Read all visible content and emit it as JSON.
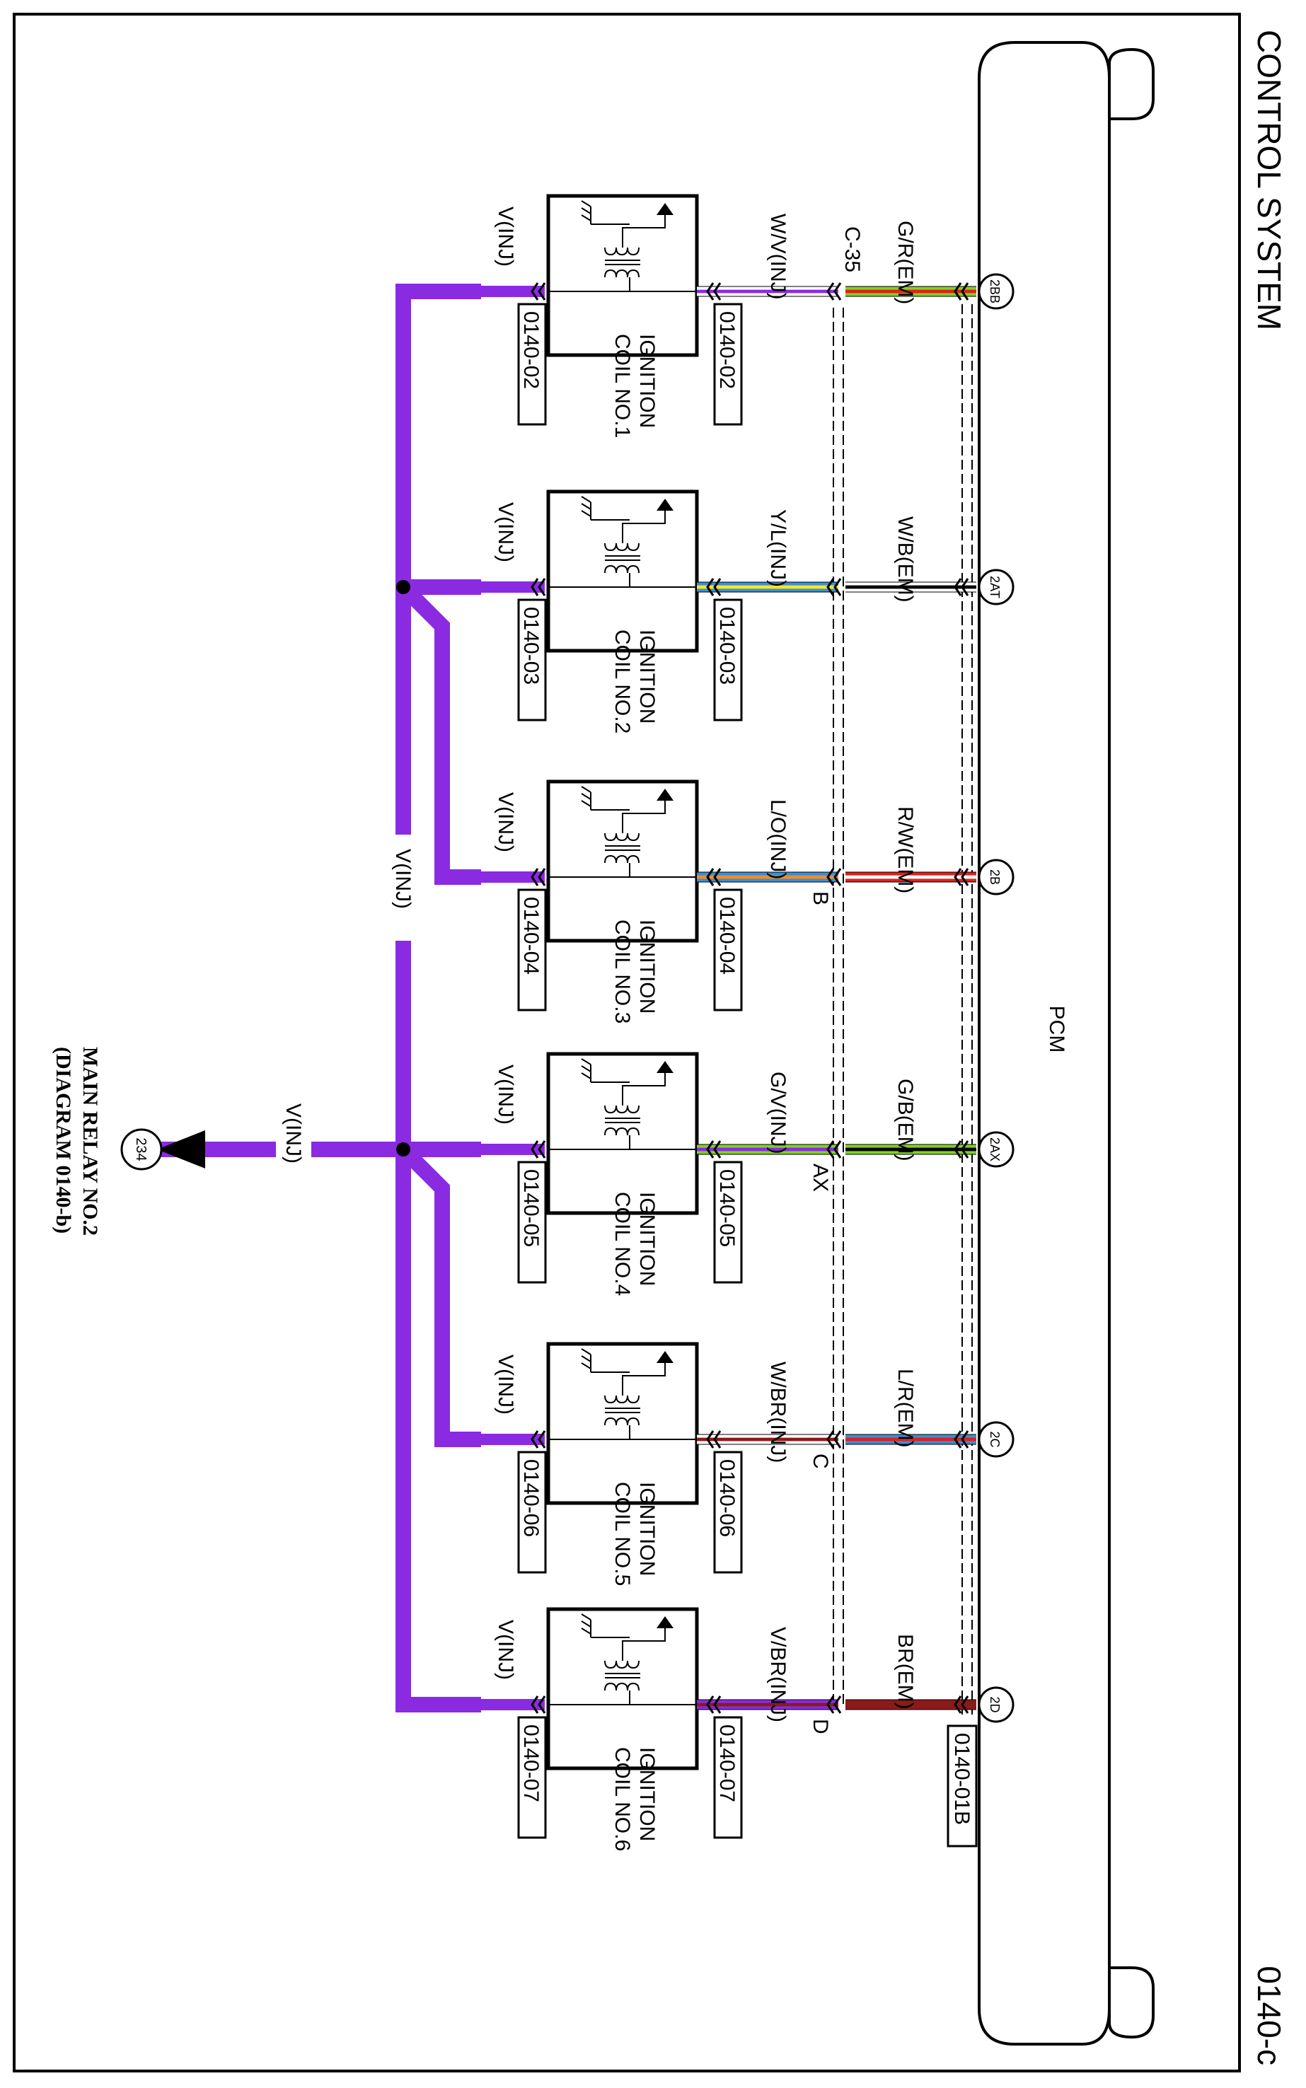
{
  "header": {
    "section_title": "CONTROL SYSTEM",
    "diagram_number": "0140-c"
  },
  "pcm": {
    "label": "PCM",
    "connector_ref": "0140-01B"
  },
  "power_source": {
    "terminal": "234",
    "line1": "MAIN RELAY NO.2",
    "line2": "(DIAGRAM 0140-b)",
    "wire_label": "V(INJ)"
  },
  "bus_label": "V(INJ)",
  "intermediate_connector": "C-35",
  "colors": {
    "violet": "#8a2be2",
    "red": "#e0201c",
    "green": "#7ed321",
    "black": "#000000",
    "blue": "#3a8fd6",
    "orange": "#f08c28",
    "brown": "#8b1a1a",
    "white": "#ffffff"
  },
  "coils": [
    {
      "name_line1": "IGNITION",
      "name_line2": "COIL NO.1",
      "pcm_terminal": "2BB",
      "signal_wire": "G/R(EM)",
      "signal_colors": [
        "green",
        "red"
      ],
      "coil_wire": "W/V(INJ)",
      "coil_colors": [
        "white",
        "violet"
      ],
      "c35_pin": "",
      "coil_connector": "0140-02",
      "power_wire": "V(INJ)",
      "power_connector": "0140-02"
    },
    {
      "name_line1": "IGNITION",
      "name_line2": "COIL NO.2",
      "pcm_terminal": "2AT",
      "signal_wire": "W/B(EM)",
      "signal_colors": [
        "white",
        "black"
      ],
      "coil_wire": "Y/L(INJ)",
      "coil_colors": [
        "blue",
        "#f5e625"
      ],
      "c35_pin": "",
      "coil_connector": "0140-03",
      "power_wire": "V(INJ)",
      "power_connector": "0140-03"
    },
    {
      "name_line1": "IGNITION",
      "name_line2": "COIL NO.3",
      "pcm_terminal": "2B",
      "signal_wire": "R/W(EM)",
      "signal_colors": [
        "red",
        "white"
      ],
      "coil_wire": "L/O(INJ)",
      "coil_colors": [
        "blue",
        "orange"
      ],
      "c35_pin": "B",
      "coil_connector": "0140-04",
      "power_wire": "V(INJ)",
      "power_connector": "0140-04"
    },
    {
      "name_line1": "IGNITION",
      "name_line2": "COIL NO.4",
      "pcm_terminal": "2AX",
      "signal_wire": "G/B(EM)",
      "signal_colors": [
        "green",
        "black"
      ],
      "coil_wire": "G/V(INJ)",
      "coil_colors": [
        "green",
        "violet"
      ],
      "c35_pin": "AX",
      "coil_connector": "0140-05",
      "power_wire": "V(INJ)",
      "power_connector": "0140-05"
    },
    {
      "name_line1": "IGNITION",
      "name_line2": "COIL NO.5",
      "pcm_terminal": "2C",
      "signal_wire": "L/R(EM)",
      "signal_colors": [
        "blue",
        "red"
      ],
      "coil_wire": "W/BR(INJ)",
      "coil_colors": [
        "white",
        "brown"
      ],
      "c35_pin": "C",
      "coil_connector": "0140-06",
      "power_wire": "V(INJ)",
      "power_connector": "0140-06"
    },
    {
      "name_line1": "IGNITION",
      "name_line2": "COIL NO.6",
      "pcm_terminal": "2D",
      "signal_wire": "BR(EM)",
      "signal_colors": [
        "brown",
        "brown"
      ],
      "coil_wire": "V/BR(INJ)",
      "coil_colors": [
        "violet",
        "brown"
      ],
      "c35_pin": "D",
      "coil_connector": "0140-07",
      "power_wire": "V(INJ)",
      "power_connector": "0140-07"
    }
  ]
}
